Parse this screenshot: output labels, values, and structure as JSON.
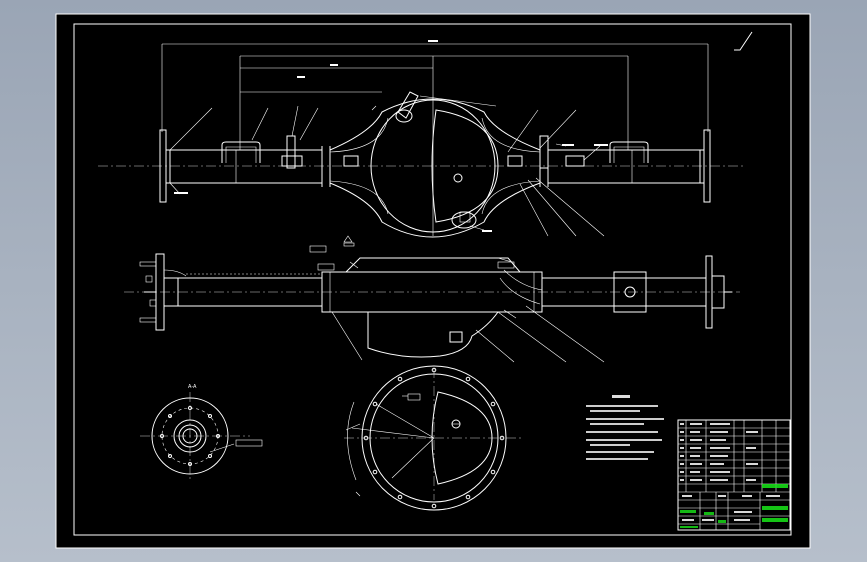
{
  "drawing": {
    "section_label": "A-A",
    "roughness_symbol": "Ra",
    "views": [
      "front-view",
      "top-view",
      "section-a-a",
      "housing-cover-view"
    ],
    "colors": {
      "background": "#000000",
      "lines": "#ffffff",
      "title_block_accent": "#19e619",
      "workspace": "#a9b3c1"
    }
  }
}
